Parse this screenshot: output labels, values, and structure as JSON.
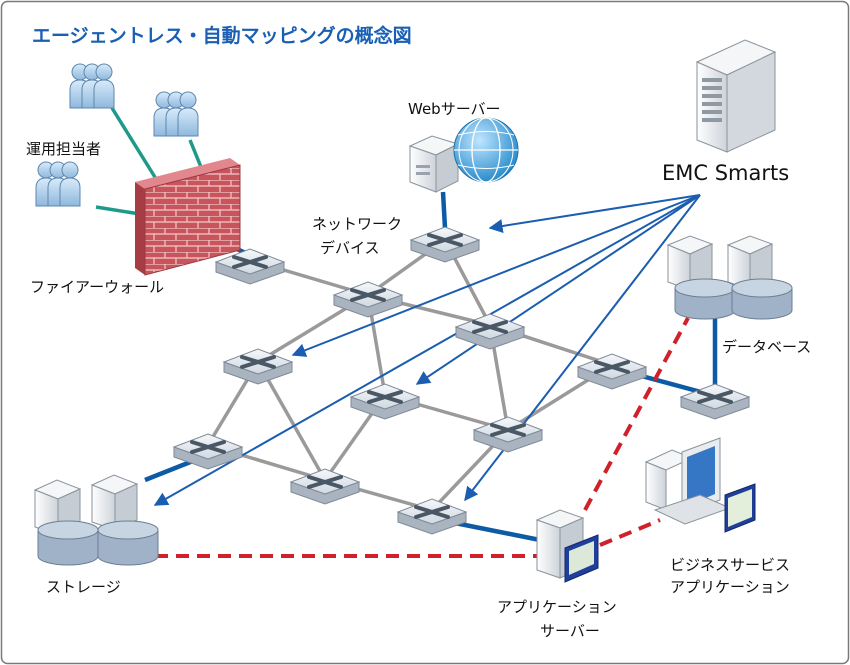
{
  "title": "エージェントレス・自動マッピングの概念図",
  "labels": {
    "operators": "運用担当者",
    "firewall": "ファイアーウォール",
    "web_server": "Webサーバー",
    "network_devices_1": "ネットワーク",
    "network_devices_2": "デバイス",
    "emc": "EMC Smarts",
    "database": "データベース",
    "storage": "ストレージ",
    "app_server_1": "アプリケーション",
    "app_server_2": "サーバー",
    "biz_app_1": "ビジネスサービス",
    "biz_app_2": "アプリケーション"
  },
  "colors": {
    "title": "#1a5fb4",
    "operator_link": "#1f9a8a",
    "device_link": "#0d5aa7",
    "mesh_link": "#9a9a9a",
    "arrow": "#1b5db0",
    "dashed": "#d0202a",
    "brick": "#c9555c",
    "router_top": "#e9eef4",
    "router_side": "#aab4c0",
    "server_body": "#eef1f4",
    "disk": "#9fb2c8",
    "globe": "#2a9ad8",
    "person": "#aacbe8"
  },
  "icons": {
    "router": "router-icon",
    "server": "server-icon",
    "person": "person-group-icon",
    "firewall": "firewall-icon",
    "globe": "globe-icon",
    "disk": "database-disk-icon",
    "workstation": "workstation-icon"
  }
}
